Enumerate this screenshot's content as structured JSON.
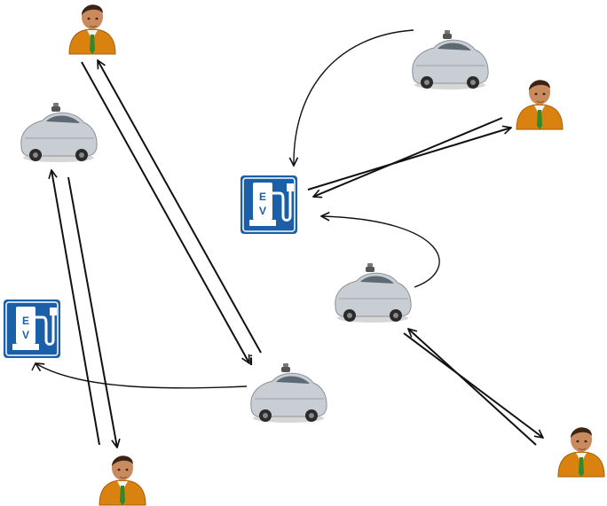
{
  "nodes": {
    "persons": [
      "person",
      "person",
      "person",
      "person"
    ],
    "cars": [
      "autonomous-car",
      "autonomous-car",
      "autonomous-car",
      "autonomous-car"
    ],
    "stations": [
      {
        "label_top": "E",
        "label_bottom": "V"
      },
      {
        "label_top": "E",
        "label_bottom": "V"
      }
    ]
  },
  "marks": {
    "car_marker": "i"
  },
  "edges": [
    {
      "from": "person-top-left",
      "to": "car-bottom-center",
      "direction": "bidirectional"
    },
    {
      "from": "car-top-left",
      "to": "person-bottom-left",
      "direction": "bidirectional"
    },
    {
      "from": "car-top-right",
      "to": "station-center",
      "direction": "one-way"
    },
    {
      "from": "station-center",
      "to": "person-top-right",
      "direction": "bidirectional"
    },
    {
      "from": "car-middle-right",
      "to": "station-center",
      "direction": "one-way"
    },
    {
      "from": "car-middle-right",
      "to": "person-bottom-right",
      "direction": "bidirectional"
    },
    {
      "from": "car-bottom-center",
      "to": "station-left",
      "direction": "one-way"
    }
  ],
  "colors": {
    "station_blue": "#1b5fa8",
    "car_silver": "#c9ced4",
    "person_shirt": "#d9820f",
    "person_skin": "#c98a5e",
    "person_hair": "#3a2415",
    "tie_green": "#2f8a2f",
    "arrow": "#111111"
  }
}
